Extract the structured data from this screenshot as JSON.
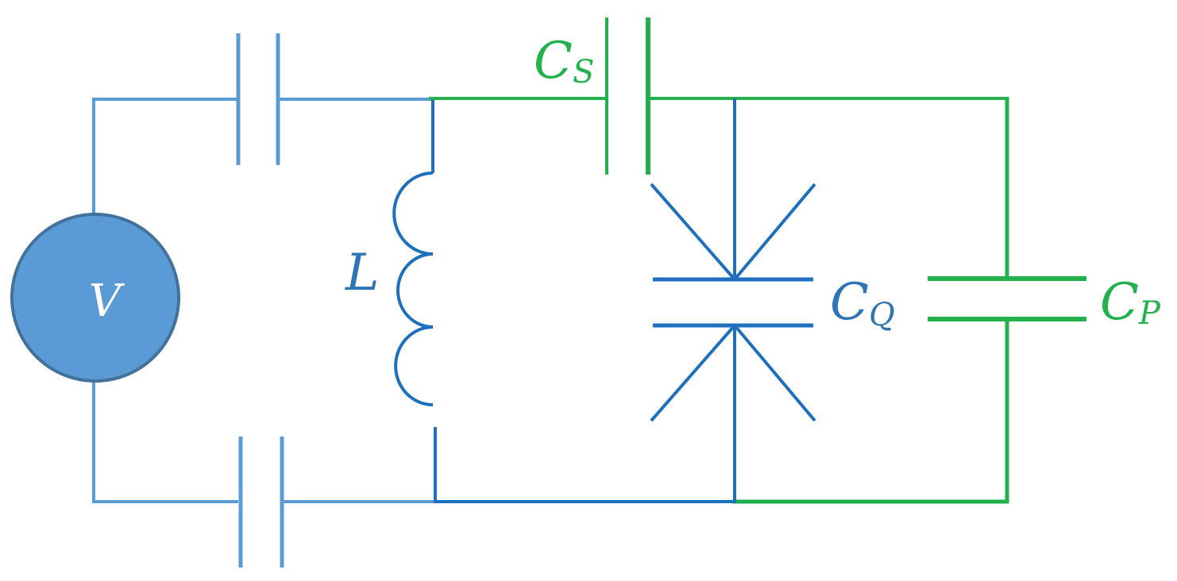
{
  "colors": {
    "blue_light": "#5b9bd5",
    "blue_dark": "#1f6fbf",
    "green": "#22b14c",
    "source_fill": "#5b9bd5",
    "source_stroke": "#41719c",
    "source_text": "#ffffff"
  },
  "labels": {
    "source": "V",
    "inductor": "L",
    "cs_main": "C",
    "cs_sub": "S",
    "cq_main": "C",
    "cq_sub": "Q",
    "cp_main": "C",
    "cp_sub": "P"
  }
}
